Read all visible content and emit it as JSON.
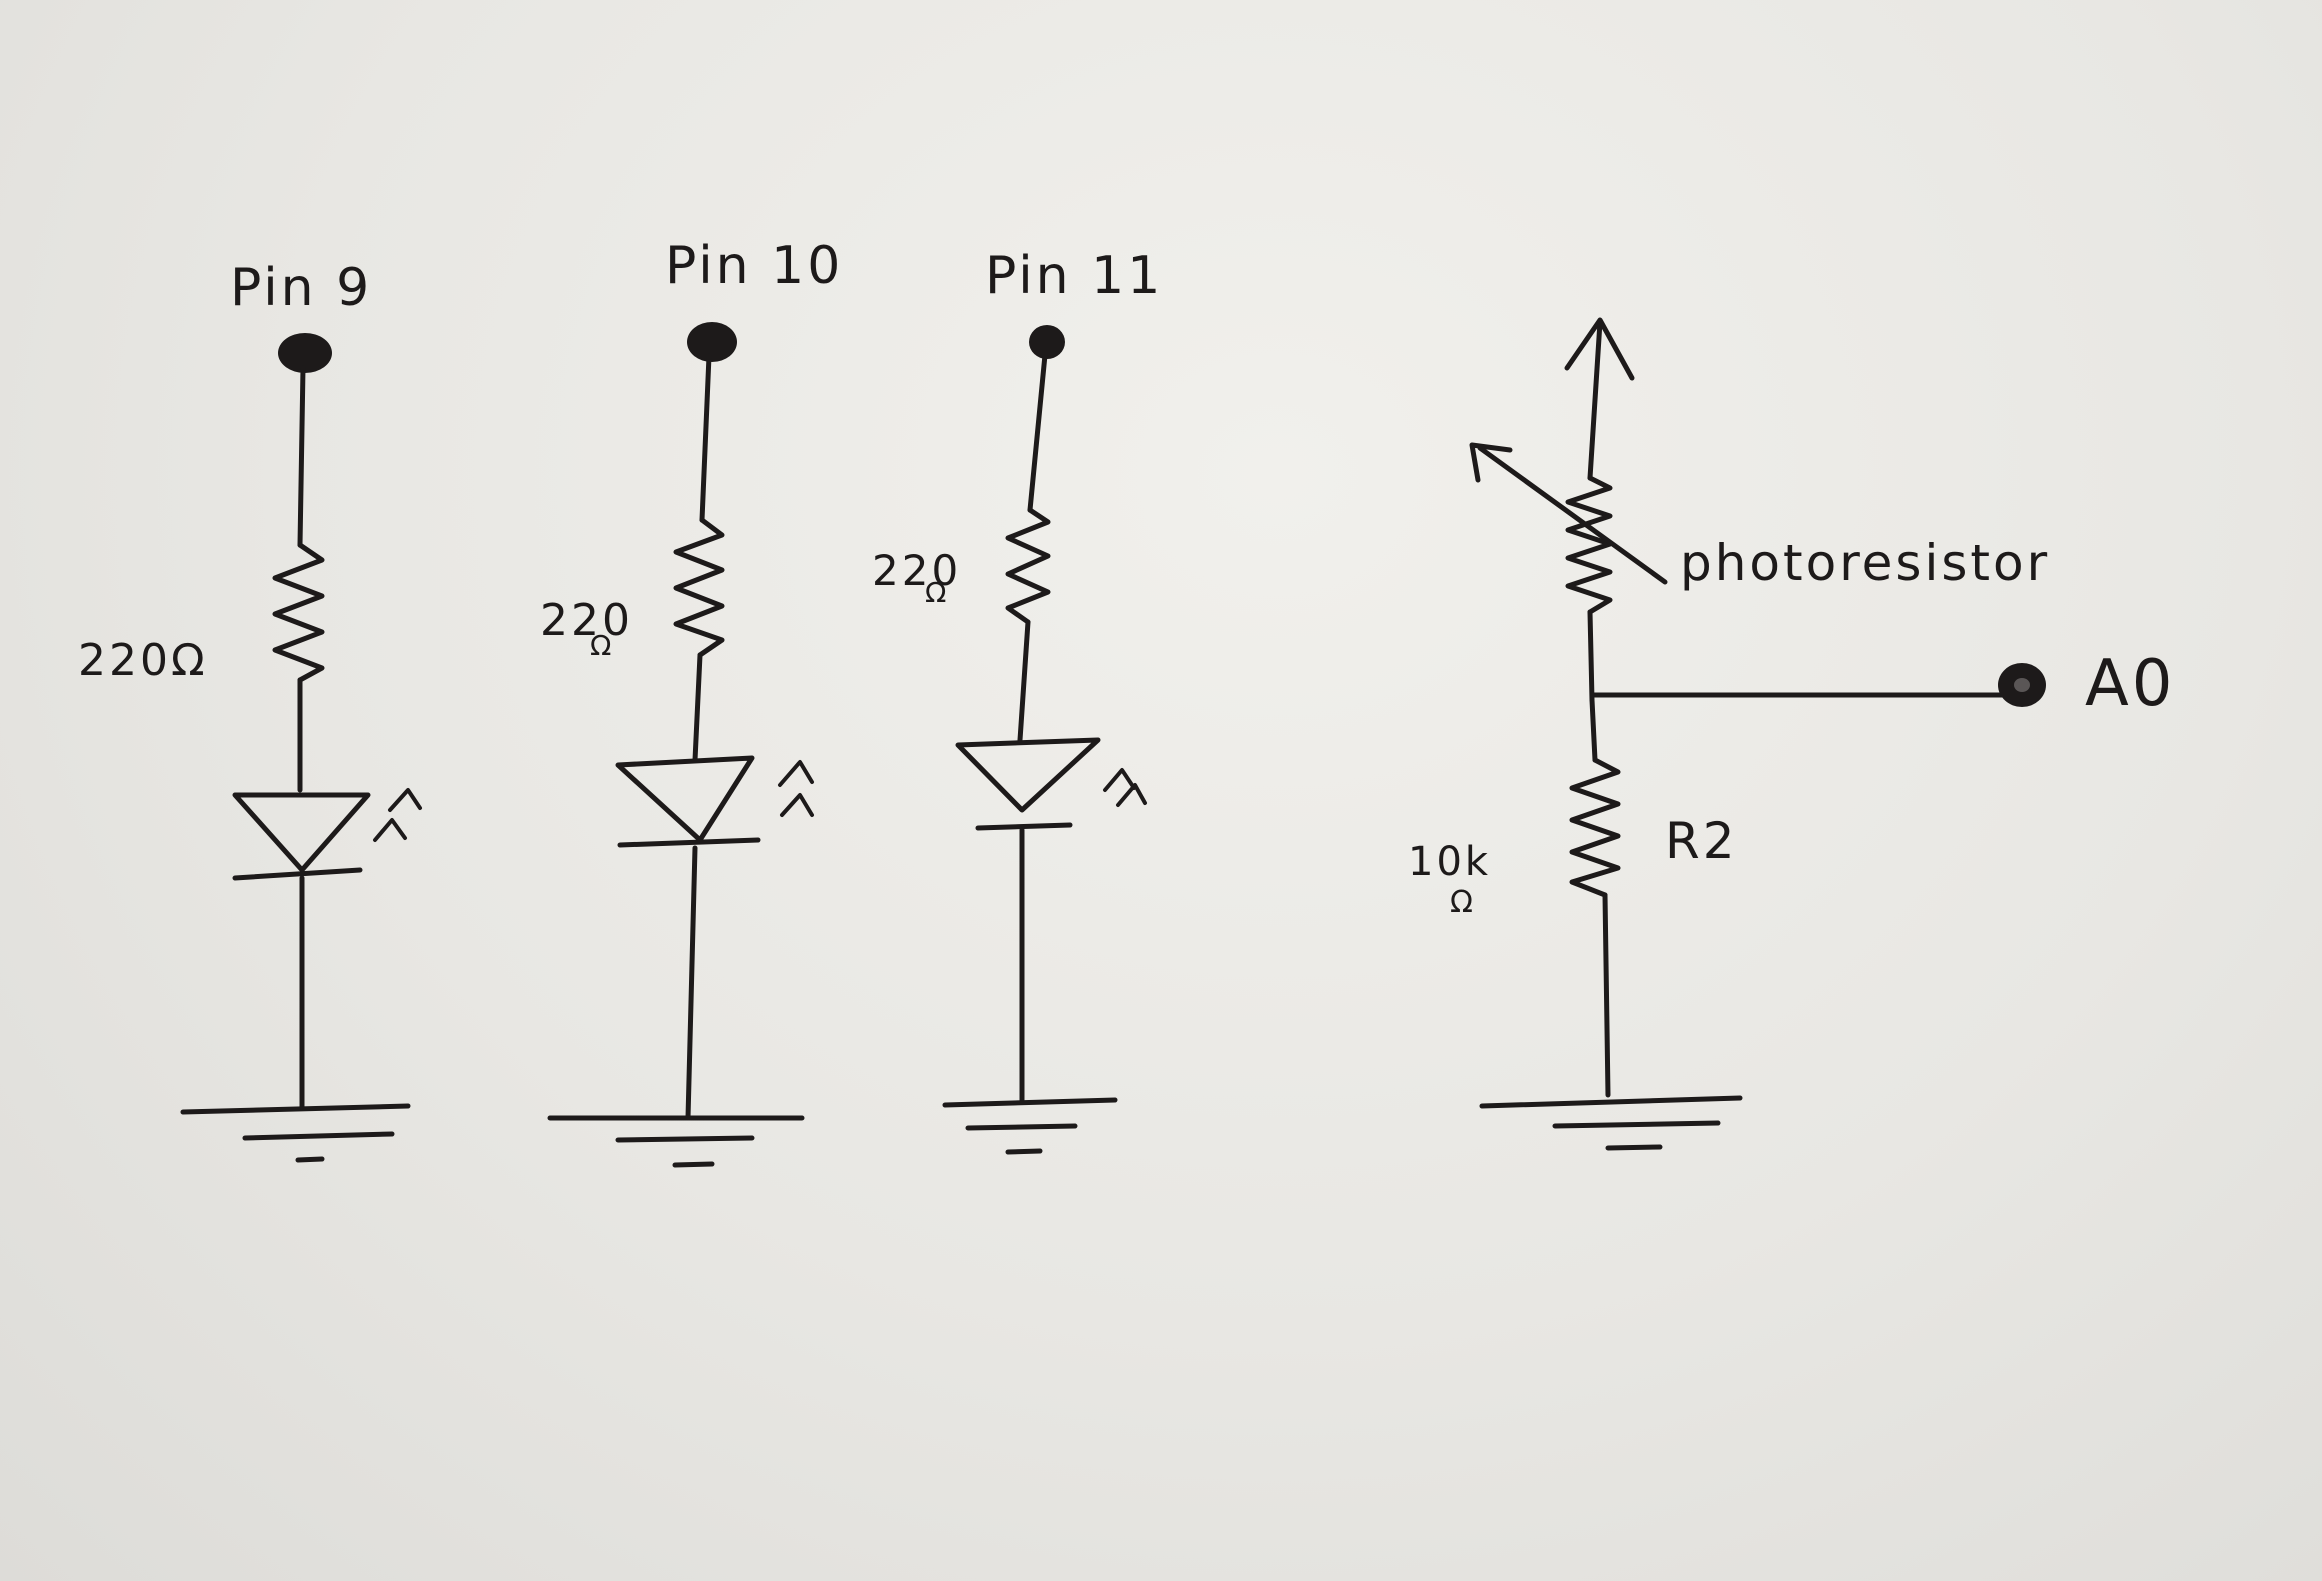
{
  "labels": {
    "pin9": "Pin 9",
    "pin10": "Pin 10",
    "pin11": "Pin 11",
    "r1": "220Ω",
    "r2_num": "220",
    "r2_unit": "Ω",
    "r3_num": "220",
    "r3_unit": "Ω",
    "photoresistor": "photoresistor",
    "a0": "A0",
    "r10k_num": "10k",
    "r10k_unit": "Ω",
    "r2_name": "R2"
  },
  "colors": {
    "paper": "#ebeae6",
    "ink": "#1d1a1a"
  },
  "icons": [
    "terminal-dot",
    "resistor-zigzag",
    "led-diode",
    "light-arrows",
    "ground-symbol",
    "variable-resistor-arrow",
    "supply-arrow"
  ]
}
